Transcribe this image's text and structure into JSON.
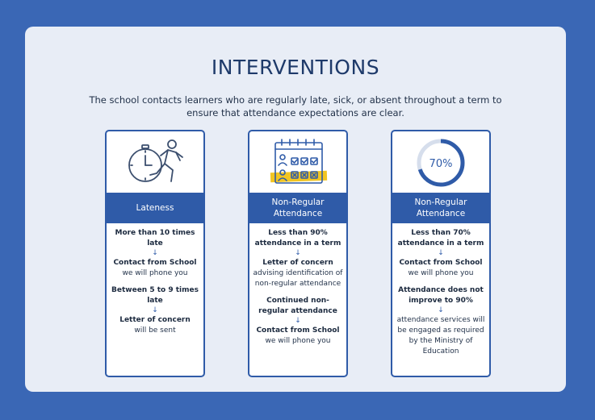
{
  "title": "INTERVENTIONS",
  "subtitle": "The school contacts learners who are regularly late, sick, or absent throughout a term to ensure that attendance expectations are clear.",
  "colors": {
    "background": "#3a67b5",
    "panel": "#e8edf6",
    "accent": "#2f5ba8",
    "highlight": "#f2c522"
  },
  "cards": [
    {
      "icon": "running-clock-icon",
      "heading": "Lateness",
      "steps": [
        {
          "text": "More than 10 times late",
          "bold": true
        },
        {
          "arrow": "↓"
        },
        {
          "text": "Contact from School",
          "bold": true
        },
        {
          "text": "we will phone you",
          "bold": false
        },
        {
          "gap": true
        },
        {
          "text": "Between 5 to 9 times late",
          "bold": true
        },
        {
          "arrow": "↓"
        },
        {
          "text": "Letter of concern",
          "bold": true
        },
        {
          "text": "will be sent",
          "bold": false
        }
      ]
    },
    {
      "icon": "calendar-checklist-icon",
      "heading": "Non-Regular Attendance",
      "steps": [
        {
          "text": "Less than 90% attendance in a term",
          "bold": true
        },
        {
          "arrow": "↓"
        },
        {
          "text": "Letter of concern",
          "bold": true
        },
        {
          "text": "advising identification of non-regular attendance",
          "bold": false
        },
        {
          "gap": true
        },
        {
          "text": "Continued non-regular attendance",
          "bold": true
        },
        {
          "arrow": "↓"
        },
        {
          "text": "Contact from School",
          "bold": true
        },
        {
          "text": "we will phone you",
          "bold": false
        }
      ]
    },
    {
      "icon": "progress-ring-icon",
      "icon_text": "70%",
      "progress": 0.7,
      "heading": "Non-Regular Attendance",
      "steps": [
        {
          "text": "Less than 70% attendance in a term",
          "bold": true
        },
        {
          "arrow": "↓"
        },
        {
          "text": "Contact from School",
          "bold": true
        },
        {
          "text": "we will phone you",
          "bold": false
        },
        {
          "gap": true
        },
        {
          "text": "Attendance does not improve to 90%",
          "bold": true
        },
        {
          "arrow": "↓"
        },
        {
          "text": "attendance services will be engaged as required by the Ministry of Education",
          "bold": false
        }
      ]
    }
  ]
}
